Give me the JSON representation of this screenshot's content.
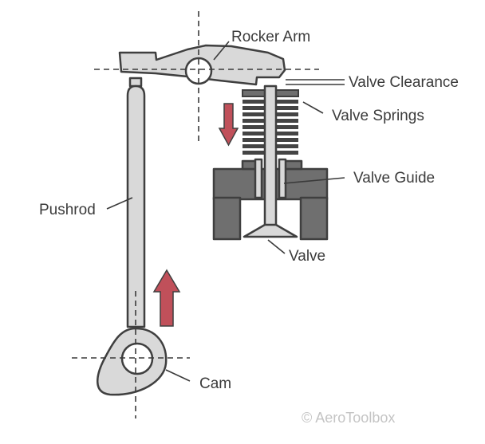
{
  "diagram": {
    "labels": {
      "rocker_arm": "Rocker Arm",
      "valve_clearance": "Valve Clearance",
      "valve_springs": "Valve Springs",
      "valve_guide": "Valve Guide",
      "pushrod": "Pushrod",
      "valve": "Valve",
      "cam": "Cam"
    },
    "credit": "© AeroToolbox"
  },
  "colors": {
    "part_fill": "#d9d9d9",
    "part_stroke": "#3f3f3f",
    "housing_fill": "#6f6f6f",
    "spring_fill": "#444444",
    "arrow_fill": "#c0505a",
    "credit_color": "#c4c4c4"
  }
}
